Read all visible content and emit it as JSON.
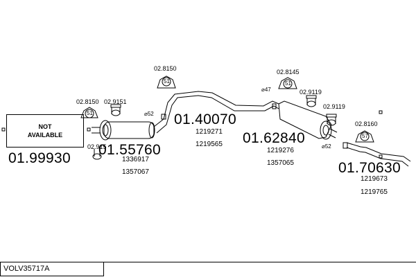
{
  "title": "VOLV35717A",
  "not_available": {
    "line1": "NOT",
    "line2": "AVAILABLE"
  },
  "parts": [
    {
      "number": "01.99930",
      "refs": []
    },
    {
      "number": "01.55760",
      "refs": [
        "1336917",
        "1357067"
      ]
    },
    {
      "number": "01.40070",
      "refs": [
        "1219271",
        "1219565"
      ]
    },
    {
      "number": "01.62840",
      "refs": [
        "1219276",
        "1357065"
      ]
    },
    {
      "number": "01.70630",
      "refs": [
        "1219673",
        "1219765"
      ]
    }
  ],
  "hardware": [
    {
      "code": "02.8150",
      "badge": "51"
    },
    {
      "code": "02.9151"
    },
    {
      "code": "02.915"
    },
    {
      "code": "02.8150",
      "badge": "51"
    },
    {
      "code": "02.8145",
      "badge": "51"
    },
    {
      "code": "02.9119"
    },
    {
      "code": "02.9119"
    },
    {
      "code": "02.8160",
      "badge": "57"
    }
  ],
  "diameters": [
    "⌀52",
    "⌀47",
    "⌀52"
  ]
}
